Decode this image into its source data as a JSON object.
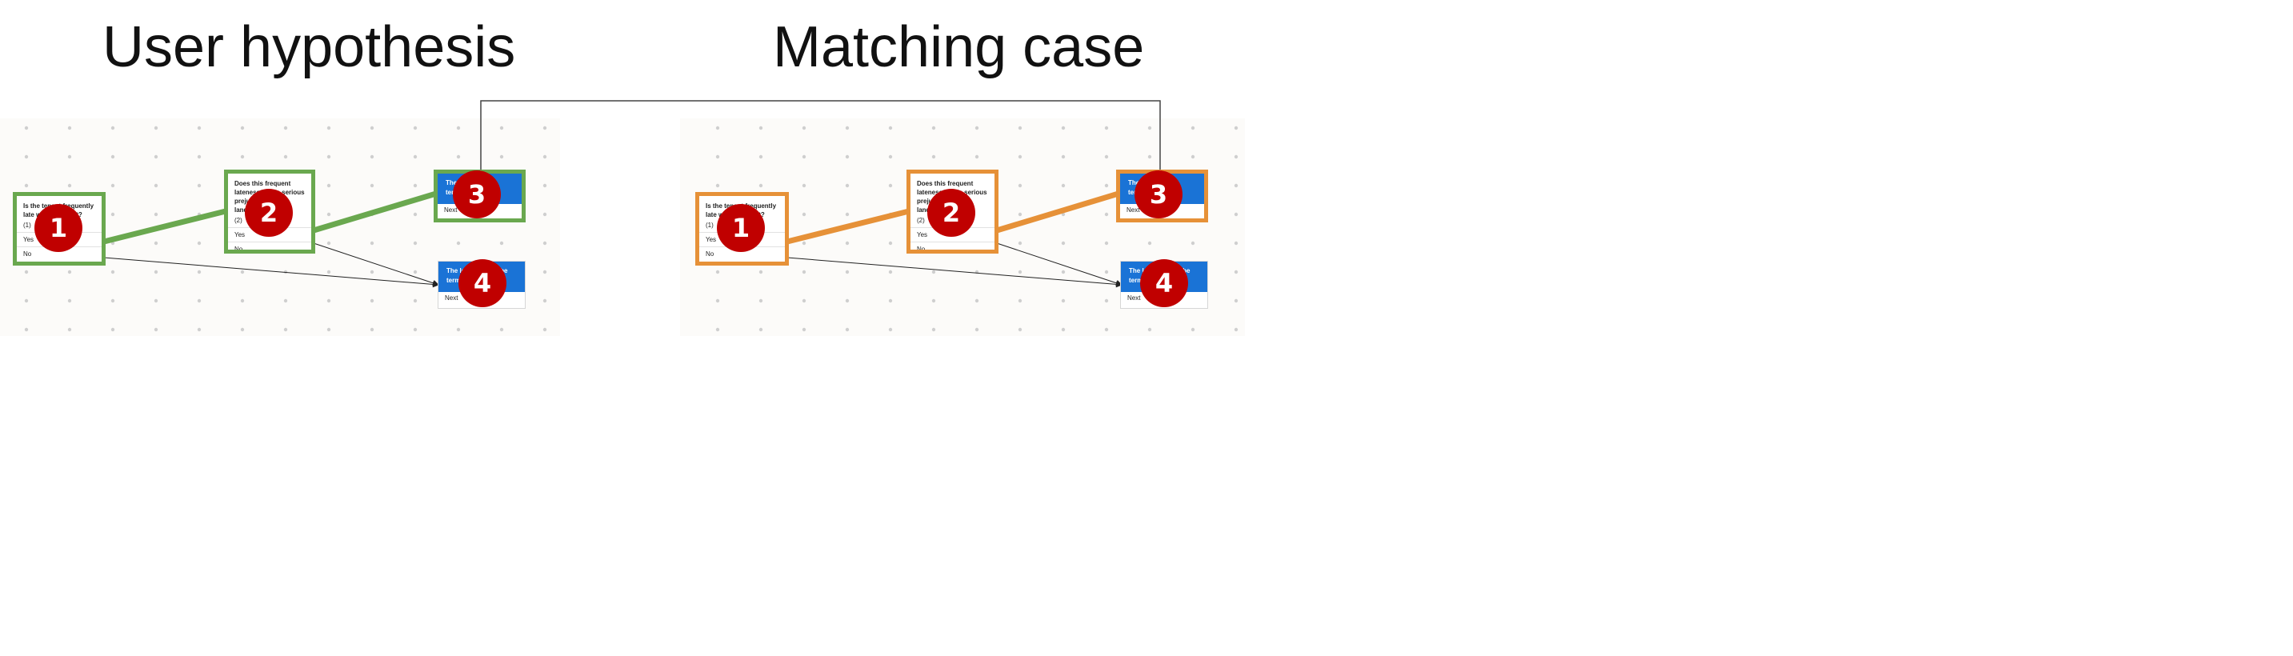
{
  "titles": {
    "left": "User hypothesis",
    "right": "Matching case"
  },
  "nodes": {
    "q1": {
      "question": "Is the tenant frequently late with their rent?",
      "number": "(1)",
      "yes": "Yes",
      "no": "No"
    },
    "q2": {
      "question": "Does this frequent lateness cause serious prejudice to the landlord?",
      "number": "(2)",
      "yes": "Yes",
      "no": "No"
    },
    "end3": {
      "text": "The lease can be terminated",
      "next": "Next"
    },
    "end4": {
      "text": "The lease cannot be terminated",
      "next": "Next"
    }
  },
  "badges": [
    "1",
    "2",
    "3",
    "4"
  ],
  "colors": {
    "hypothesis": "#6aa84f",
    "matching": "#e69138",
    "badge": "#c00000",
    "end_node": "#1a73d6"
  }
}
